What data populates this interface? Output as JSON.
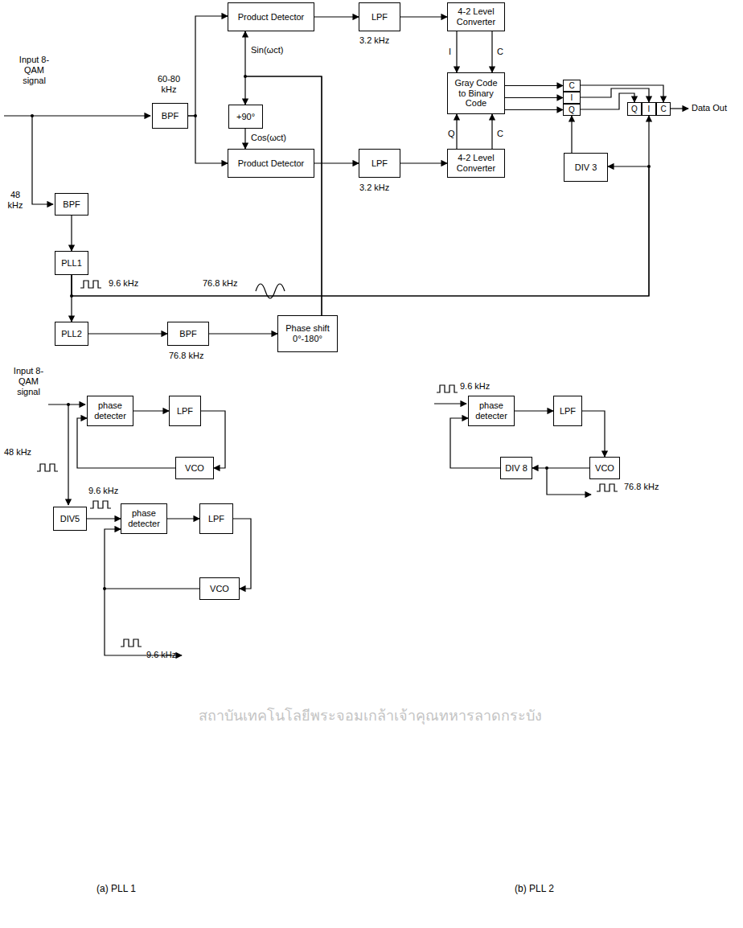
{
  "diagram": {
    "nodes": [
      {
        "text": [
          "Product Detector"
        ]
      },
      {
        "text": [
          "LPF"
        ]
      },
      {
        "text": [
          "4-2 Level Converter"
        ]
      },
      {
        "text": [
          "BPF"
        ]
      },
      {
        "text": [
          "+90°"
        ]
      },
      {
        "text": [
          "Gray Code to Binary Code"
        ]
      },
      {
        "text": [
          "C"
        ]
      },
      {
        "text": [
          "I"
        ]
      },
      {
        "text": [
          "Q"
        ]
      },
      {
        "text": [
          "Q"
        ]
      },
      {
        "text": [
          "I"
        ]
      },
      {
        "text": [
          "C"
        ]
      },
      {
        "text": [
          "Product Detector"
        ]
      },
      {
        "text": [
          "LPF"
        ]
      },
      {
        "text": [
          "4-2 Level Converter"
        ]
      },
      {
        "text": [
          "DIV 3"
        ]
      },
      {
        "text": [
          "BPF"
        ]
      },
      {
        "text": [
          "PLL1"
        ]
      },
      {
        "text": [
          "PLL2"
        ]
      },
      {
        "text": [
          "BPF"
        ]
      },
      {
        "text": [
          "Phase shift 0°-180°"
        ]
      },
      {
        "text": [
          "phase detecter"
        ]
      },
      {
        "text": [
          "LPF"
        ]
      },
      {
        "text": [
          "VCO"
        ]
      },
      {
        "text": [
          "DIV5"
        ]
      },
      {
        "text": [
          "phase detecter"
        ]
      },
      {
        "text": [
          "LPF"
        ]
      },
      {
        "text": [
          "VCO"
        ]
      },
      {
        "text": [
          "phase detecter"
        ]
      },
      {
        "text": [
          "LPF"
        ]
      },
      {
        "text": [
          "DIV 8"
        ]
      },
      {
        "text": [
          "VCO"
        ]
      }
    ],
    "edges": [
      {
        "from": 3,
        "to": 0,
        "arrow": "to"
      },
      {
        "from": 3,
        "to": 12,
        "arrow": "to"
      },
      {
        "from": 0,
        "to": 1,
        "arrow": "to"
      },
      {
        "from": 1,
        "to": 2,
        "arrow": "to"
      },
      {
        "from": 2,
        "to": 5,
        "label": "I",
        "arrow": "to"
      },
      {
        "from": 2,
        "to": 5,
        "label": "C",
        "arrow": "to"
      },
      {
        "from": 14,
        "to": 5,
        "label": "Q",
        "arrow": "to"
      },
      {
        "from": 14,
        "to": 5,
        "label": "C",
        "arrow": "to"
      },
      {
        "from": 5,
        "to": 6,
        "arrow": "to"
      },
      {
        "from": 5,
        "to": 7,
        "arrow": "to"
      },
      {
        "from": 5,
        "to": 8,
        "arrow": "to"
      },
      {
        "from": 6,
        "to": 11,
        "arrow": "to"
      },
      {
        "from": 7,
        "to": 10,
        "arrow": "to"
      },
      {
        "from": 8,
        "to": 9,
        "arrow": "to"
      },
      {
        "from": 15,
        "to": 8,
        "arrow": "to"
      },
      {
        "from": 17,
        "to": 15,
        "arrow": "to"
      },
      {
        "from": 17,
        "to": 10,
        "arrow": "to"
      },
      {
        "from": 16,
        "to": 17,
        "arrow": "to"
      },
      {
        "from": 17,
        "to": 18,
        "arrow": "to"
      },
      {
        "from": 18,
        "to": 19,
        "arrow": "to"
      },
      {
        "from": 19,
        "to": 20,
        "arrow": "to"
      },
      {
        "from": 20,
        "to": 0,
        "arrow": "to"
      },
      {
        "from": 20,
        "to": 4,
        "arrow": "to"
      },
      {
        "from": 4,
        "to": 12,
        "arrow": "to"
      },
      {
        "from": 12,
        "to": 13,
        "arrow": "to"
      },
      {
        "from": 13,
        "to": 14,
        "arrow": "to"
      },
      {
        "from": 21,
        "to": 22,
        "arrow": "to"
      },
      {
        "from": 22,
        "to": 23,
        "arrow": "to"
      },
      {
        "from": 23,
        "to": 21,
        "arrow": "to"
      },
      {
        "from": 24,
        "to": 25,
        "label": "9.6 kHz",
        "arrow": "to"
      },
      {
        "from": 25,
        "to": 26,
        "arrow": "to"
      },
      {
        "from": 26,
        "to": 27,
        "arrow": "to"
      },
      {
        "from": 27,
        "to": 25,
        "arrow": "to"
      },
      {
        "from": 28,
        "to": 29,
        "arrow": "to"
      },
      {
        "from": 29,
        "to": 31,
        "arrow": "to"
      },
      {
        "from": 31,
        "to": 30,
        "arrow": "to"
      },
      {
        "from": 30,
        "to": 28,
        "arrow": "to"
      }
    ],
    "labels": [
      "Input 8-QAM signal",
      "60-80 kHz",
      "Sin(ωct)",
      "3.2 kHz",
      "Cos(ωct)",
      "3.2 kHz",
      "Data Out",
      "48 kHz",
      "9.6 kHz",
      "76.8 kHz",
      "76.8 kHz",
      "Input 8-QAM signal",
      "48 kHz",
      "9.6 kHz",
      "9.6 kHz",
      "76.8 kHz",
      "(a) PLL 1",
      "(b) PLL 2",
      "สถาบันเทคโนโลยีพระจอมเกล้าเจ้าคุณทหารลาดกระบัง"
    ]
  }
}
